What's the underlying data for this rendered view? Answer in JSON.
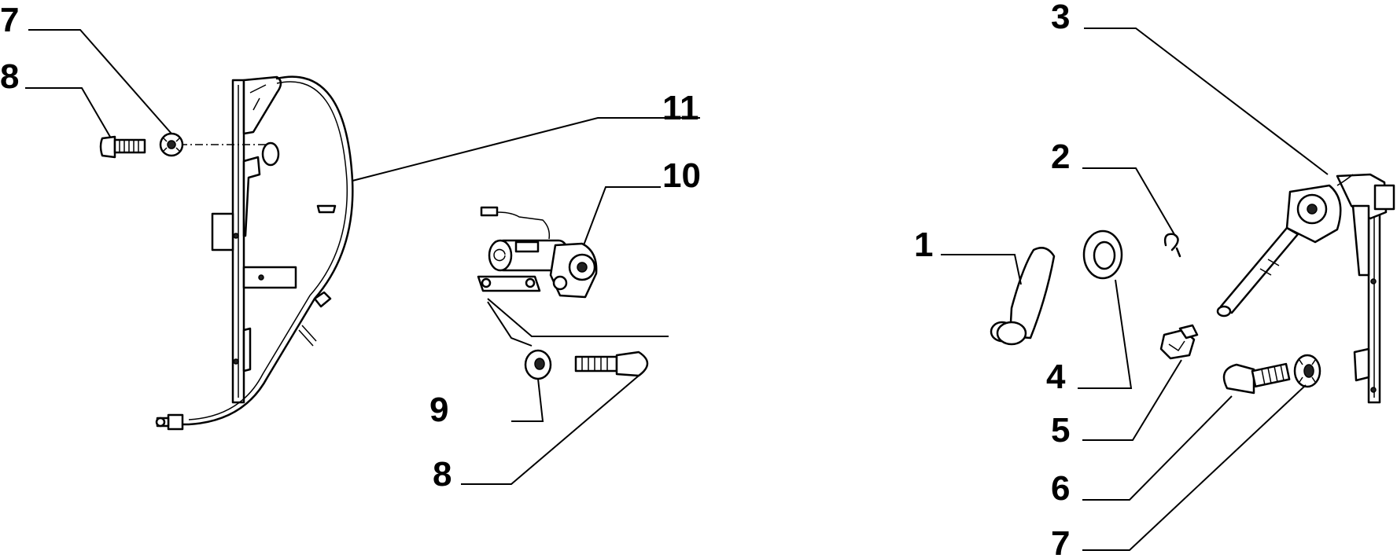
{
  "callouts": {
    "c7_left": "7",
    "c8_left": "8",
    "c11": "11",
    "c10": "10",
    "c9": "9",
    "c8_mid": "8",
    "c3": "3",
    "c2": "2",
    "c1": "1",
    "c4": "4",
    "c5": "5",
    "c6": "6",
    "c7_right": "7"
  }
}
